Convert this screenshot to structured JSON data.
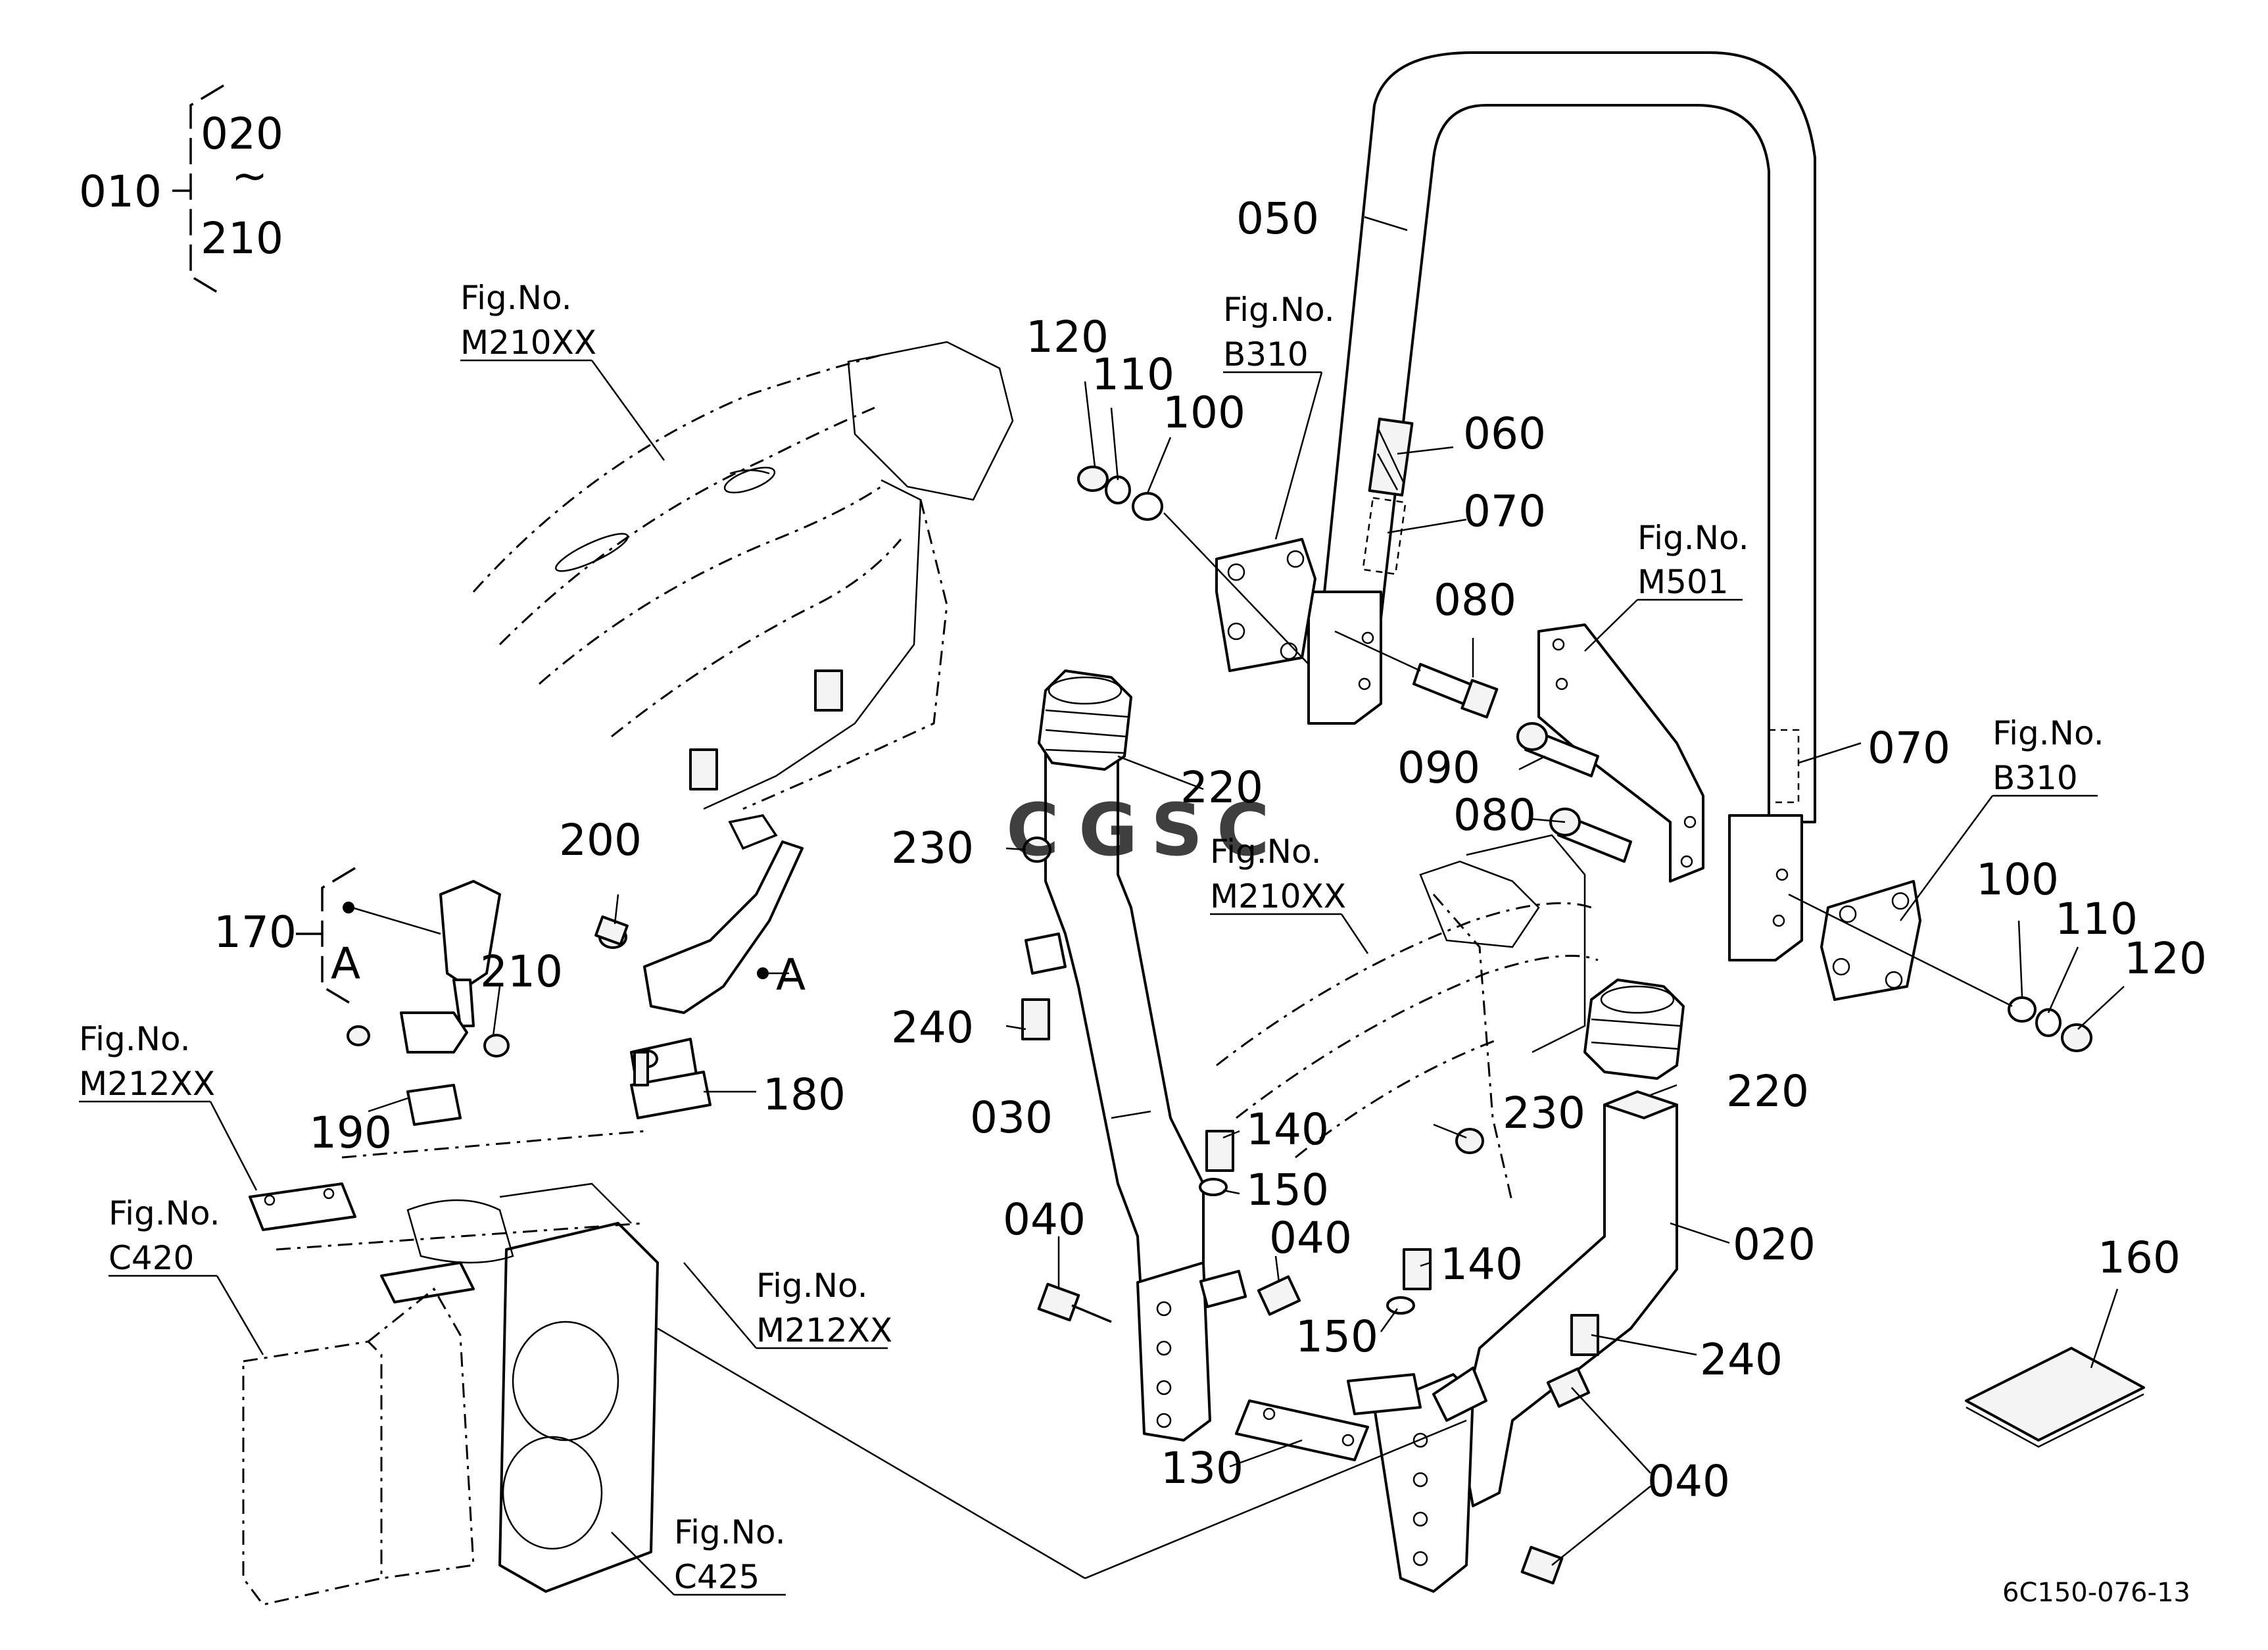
{
  "bracket": {
    "parent": "010",
    "first": "020",
    "tilde": "~",
    "last": "210"
  },
  "callouts": [
    {
      "id": "c050",
      "text": "050"
    },
    {
      "id": "c120a",
      "text": "120"
    },
    {
      "id": "c110a",
      "text": "110"
    },
    {
      "id": "c100a",
      "text": "100"
    },
    {
      "id": "c060",
      "text": "060"
    },
    {
      "id": "c070a",
      "text": "070"
    },
    {
      "id": "c080a",
      "text": "080"
    },
    {
      "id": "c090",
      "text": "090"
    },
    {
      "id": "c080b",
      "text": "080"
    },
    {
      "id": "c070b",
      "text": "070"
    },
    {
      "id": "c100b",
      "text": "100"
    },
    {
      "id": "c110b",
      "text": "110"
    },
    {
      "id": "c120b",
      "text": "120"
    },
    {
      "id": "c220a",
      "text": "220"
    },
    {
      "id": "c230a",
      "text": "230"
    },
    {
      "id": "c240a",
      "text": "240"
    },
    {
      "id": "c030",
      "text": "030"
    },
    {
      "id": "c140a",
      "text": "140"
    },
    {
      "id": "c150a",
      "text": "150"
    },
    {
      "id": "c040a",
      "text": "040"
    },
    {
      "id": "c040b",
      "text": "040"
    },
    {
      "id": "c220b",
      "text": "220"
    },
    {
      "id": "c230b",
      "text": "230"
    },
    {
      "id": "c020",
      "text": "020"
    },
    {
      "id": "c140b",
      "text": "140"
    },
    {
      "id": "c150b",
      "text": "150"
    },
    {
      "id": "c240b",
      "text": "240"
    },
    {
      "id": "c040c",
      "text": "040"
    },
    {
      "id": "c130",
      "text": "130"
    },
    {
      "id": "c160",
      "text": "160"
    },
    {
      "id": "c170",
      "text": "170"
    },
    {
      "id": "c200",
      "text": "200"
    },
    {
      "id": "c210",
      "text": "210"
    },
    {
      "id": "c190",
      "text": "190"
    },
    {
      "id": "c180",
      "text": "180"
    },
    {
      "id": "cA1",
      "text": "A"
    },
    {
      "id": "cA2",
      "text": "A"
    }
  ],
  "fig_refs": [
    {
      "id": "f1",
      "label": "Fig.No.",
      "code": "M210XX"
    },
    {
      "id": "f2",
      "label": "Fig.No.",
      "code": "B310"
    },
    {
      "id": "f3",
      "label": "Fig.No.",
      "code": "M501"
    },
    {
      "id": "f4",
      "label": "Fig.No.",
      "code": "B310"
    },
    {
      "id": "f5",
      "label": "Fig.No.",
      "code": "M210XX"
    },
    {
      "id": "f6",
      "label": "Fig.No.",
      "code": "M212XX"
    },
    {
      "id": "f7",
      "label": "Fig.No.",
      "code": "C420"
    },
    {
      "id": "f8",
      "label": "Fig.No.",
      "code": "M212XX"
    },
    {
      "id": "f9",
      "label": "Fig.No.",
      "code": "C425"
    }
  ],
  "watermark": "CGSC",
  "watermark_colors": [
    "#4a7fe0",
    "#e8504a",
    "#f2c23a",
    "#3aa859"
  ],
  "drawing_code": "6C150-076-13"
}
